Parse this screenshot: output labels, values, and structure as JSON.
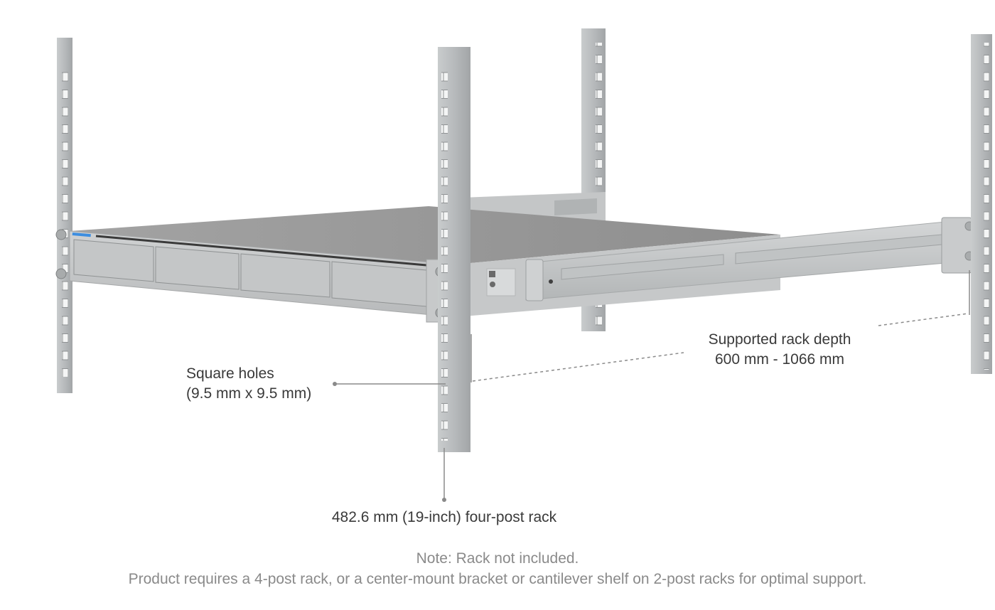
{
  "callouts": {
    "square_holes": {
      "line1": "Square holes",
      "line2": "(9.5 mm x 9.5 mm)"
    },
    "rack_depth": {
      "line1": "Supported rack depth",
      "line2": "600 mm - 1066 mm"
    },
    "rack_size": {
      "text": "482.6 mm (19-inch) four-post rack"
    }
  },
  "note": {
    "line1": "Note: Rack not included.",
    "line2": "Product requires a 4-post rack, or a center-mount bracket or cantilever shelf on 2-post racks for optimal support."
  },
  "colors": {
    "background": "#ffffff",
    "callout_text": "#3a3a3a",
    "note_text": "#8a8a8a",
    "rack_metal": "#b9bcbe",
    "chassis_top": "#9a9a9a",
    "led_accent": "#3d8ee0"
  }
}
